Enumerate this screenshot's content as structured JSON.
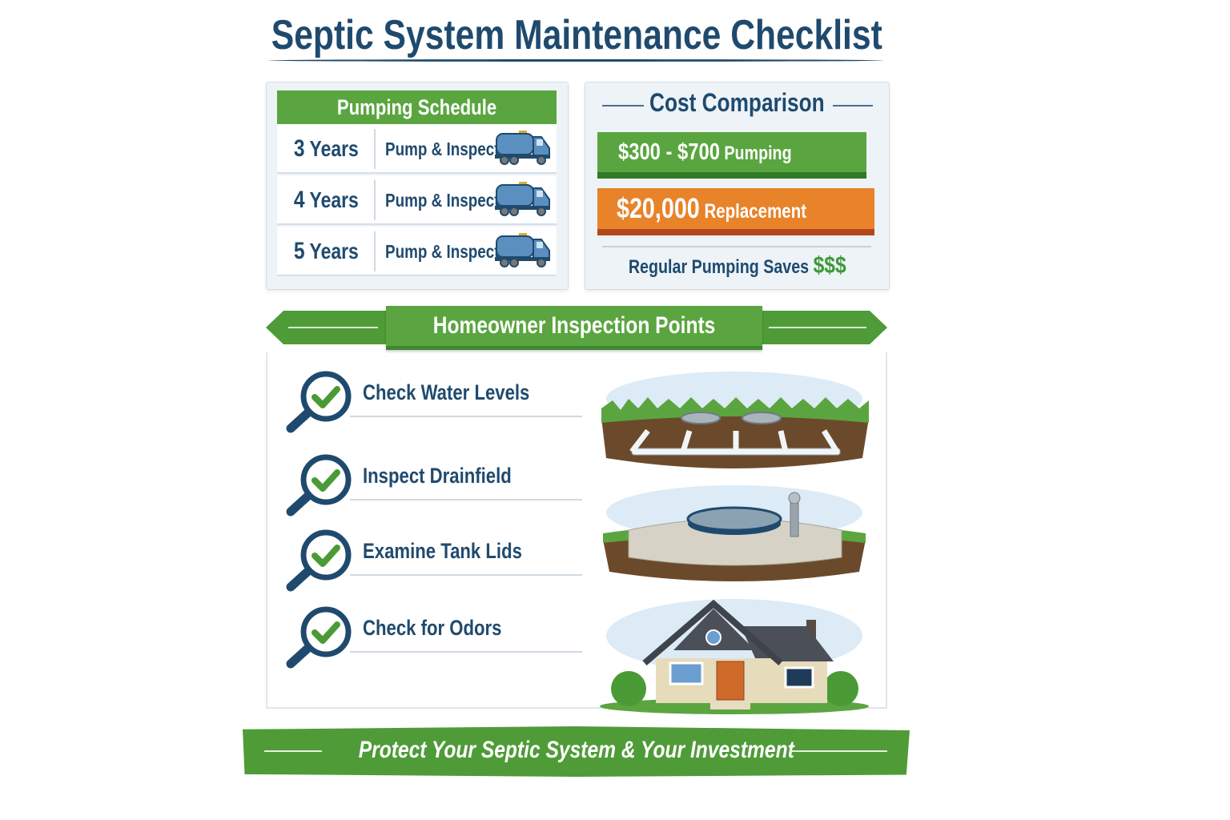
{
  "title": "Septic System Maintenance Checklist",
  "pumping_schedule": {
    "heading": "Pumping Schedule",
    "rows": [
      {
        "number": "3",
        "unit": "Years",
        "action": "Pump & Inspect",
        "icon": "pump-truck-icon"
      },
      {
        "number": "4",
        "unit": "Years",
        "action": "Pump & Inspect",
        "icon": "pump-truck-icon"
      },
      {
        "number": "5",
        "unit": "Years",
        "action": "Pump & Inspect",
        "icon": "pump-truck-icon"
      }
    ]
  },
  "cost_comparison": {
    "heading": "Cost Comparison",
    "pumping": {
      "amount": "$300 - $700",
      "label": "Pumping",
      "color": "#5aa53f"
    },
    "replacement": {
      "amount": "$20,000",
      "label": "Replacement",
      "color": "#e8832a"
    },
    "note": "Regular Pumping Saves",
    "note_emphasis": "$$$"
  },
  "inspection": {
    "heading": "Homeowner Inspection Points",
    "items": [
      {
        "label": "Check Water Levels",
        "icon": "magnifier-check-icon"
      },
      {
        "label": "Inspect Drainfield",
        "icon": "magnifier-check-icon"
      },
      {
        "label": "Examine Tank Lids",
        "icon": "magnifier-check-icon"
      },
      {
        "label": "Check for Odors",
        "icon": "magnifier-check-icon"
      }
    ],
    "illustrations": [
      "drainfield-pipes-illustration",
      "septic-tank-lid-illustration",
      "house-illustration"
    ]
  },
  "footer": "Protect Your Septic System & Your Investment",
  "colors": {
    "navy": "#1f4a6e",
    "green": "#5aa53f",
    "orange": "#e8832a"
  }
}
